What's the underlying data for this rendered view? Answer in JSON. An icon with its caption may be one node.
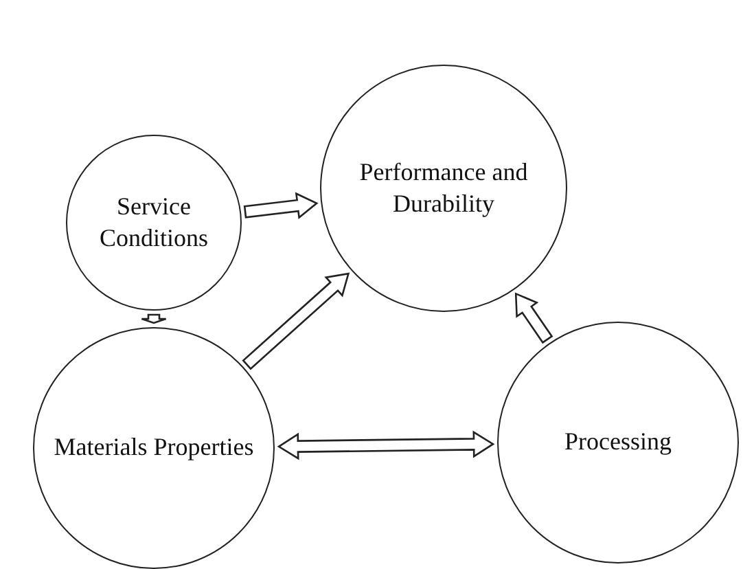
{
  "diagram": {
    "nodes": [
      {
        "text": [
          "Service Conditions"
        ]
      },
      {
        "text": [
          "Performance and Durability"
        ]
      },
      {
        "text": [
          "Materials Properties"
        ]
      },
      {
        "text": [
          "Processing"
        ]
      }
    ],
    "edges": [
      {
        "from": 0,
        "to": 1,
        "arrow": "to"
      },
      {
        "from": 0,
        "to": 2,
        "arrow": "to"
      },
      {
        "from": 2,
        "to": 1,
        "arrow": "to"
      },
      {
        "from": 2,
        "to": 3,
        "arrow": "both"
      },
      {
        "from": 3,
        "to": 1,
        "arrow": "to"
      }
    ]
  }
}
